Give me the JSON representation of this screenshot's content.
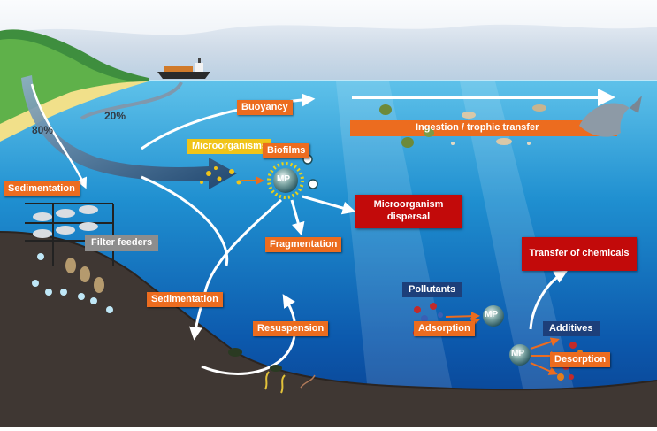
{
  "labels": {
    "buoyancy": "Buoyancy",
    "ingestion": "Ingestion / trophic transfer",
    "microorganisms": "Microorganisms",
    "biofilms": "Biofilms",
    "microorganism_dispersal": "Microorganism dispersal",
    "sedimentation_left": "Sedimentation",
    "filter_feeders": "Filter feeders",
    "fragmentation": "Fragmentation",
    "transfer_of_chemicals": "Transfer of chemicals",
    "pollutants": "Pollutants",
    "adsorption": "Adsorption",
    "additives": "Additives",
    "desorption": "Desorption",
    "sedimentation_mid": "Sedimentation",
    "resuspension": "Resuspension",
    "mp": "MP"
  },
  "percentages": {
    "surface_flow": "20%",
    "coastal_flow": "80%"
  },
  "colors": {
    "label_orange": "#ec6c1f",
    "label_red": "#c20a0a",
    "label_navy": "#1d3f7a",
    "label_yellow": "#f0c419",
    "label_grey": "#8d8d8d",
    "ocean_surface": "#5fc2ea",
    "ocean_deep": "#0a3f8f",
    "seafloor": "#3f3733"
  }
}
